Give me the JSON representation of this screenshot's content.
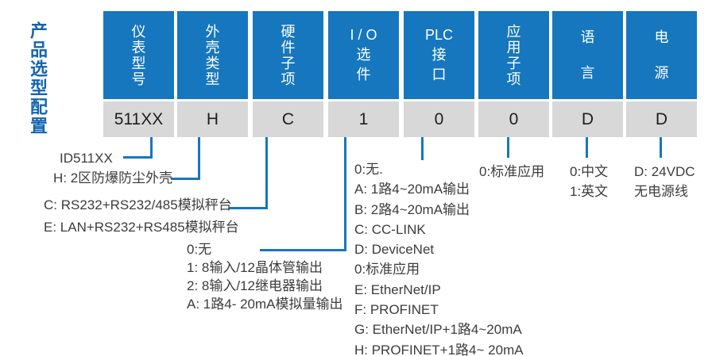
{
  "page_title": "产品选型配置",
  "colors": {
    "header_blue": "#1677be",
    "title_blue": "#1465ae",
    "value_gray": "#d8d8d8",
    "connector_blue": "#1777be",
    "note_text": "#3c3c3c"
  },
  "columns": [
    {
      "key": "model",
      "label": "仪表型号",
      "header_lines": [
        "仪",
        "表",
        "型",
        "号"
      ],
      "value": "511XX"
    },
    {
      "key": "housing",
      "label": "外壳类型",
      "header_lines": [
        "外",
        "壳",
        "类",
        "型"
      ],
      "value": "H"
    },
    {
      "key": "hardware",
      "label": "硬件子项",
      "header_lines": [
        "硬",
        "件",
        "子",
        "项"
      ],
      "value": "C"
    },
    {
      "key": "io",
      "label": "I/O选件",
      "header_lines": [
        "I / O",
        "选",
        "件"
      ],
      "value": "1"
    },
    {
      "key": "plc",
      "label": "PLC接口",
      "header_lines": [
        "PLC",
        "接",
        "口"
      ],
      "value": "0"
    },
    {
      "key": "application",
      "label": "应用子项",
      "header_lines": [
        "应",
        "用",
        "子",
        "项"
      ],
      "value": "0"
    },
    {
      "key": "language",
      "label": "语言",
      "header_lines": [
        "语",
        "言"
      ],
      "value": "D"
    },
    {
      "key": "power",
      "label": "电源",
      "header_lines": [
        "电",
        "源"
      ],
      "value": "D"
    }
  ],
  "annotations": {
    "model": [
      "ID511XX"
    ],
    "housing": [
      "H: 2区防爆防尘外壳"
    ],
    "hardware": [
      "C: RS232+RS232/485模拟秤台",
      "E: LAN+RS232+RS485模拟秤台"
    ],
    "io": [
      "0:无",
      "1: 8输入/12晶体管输出",
      "2: 8输入/12继电器输出",
      "A: 1路4- 20mA模拟量输出"
    ],
    "plc": [
      "0:无.",
      "A: 1路4~20mA输出",
      "B: 2路4~20mA输出",
      "C: CC-LINK",
      "D: DeviceNet",
      "0:标准应用",
      "E: EtherNet/IP",
      "F: PROFINET",
      "G: EtherNet/IP+1路4~20mA",
      "H: PROFINET+1路4~ 20mA"
    ],
    "application": [
      "0:标准应用"
    ],
    "language": [
      "0:中文",
      "1:英文"
    ],
    "power": [
      "D: 24VDC",
      "无电源线"
    ]
  }
}
